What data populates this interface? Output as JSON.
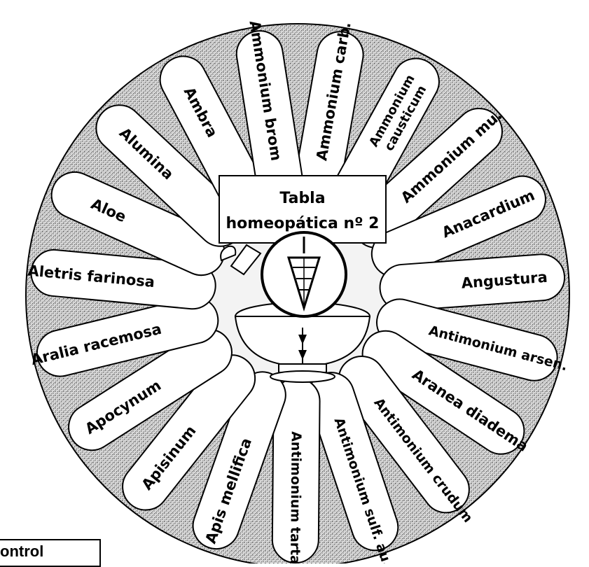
{
  "title": {
    "line1": "Tabla",
    "line2": "homeopática nº 2"
  },
  "remedies": [
    "Ammonium carb.",
    "Ammonium causticum",
    "Ammonium mu.",
    "Anacardium",
    "Angustura",
    "Antimonium arsen.",
    "Aranea diadema",
    "Antimonium crudum",
    "Antimonium sulf. au.",
    "Antimonium tartar.",
    "Apis mellifica",
    "Apisinum",
    "Apocynum",
    "Aralia racemosa",
    "Aletris farinosa",
    "Aloe",
    "Alumina",
    "Ambra",
    "Ammonium brom"
  ],
  "corner_label": "ontrol",
  "icons": [
    "pendulum-icon",
    "mortar-and-pestle-icon"
  ],
  "colors": {
    "ink": "#000000",
    "paper": "#ffffff",
    "stipple": "#8a8a8a"
  }
}
